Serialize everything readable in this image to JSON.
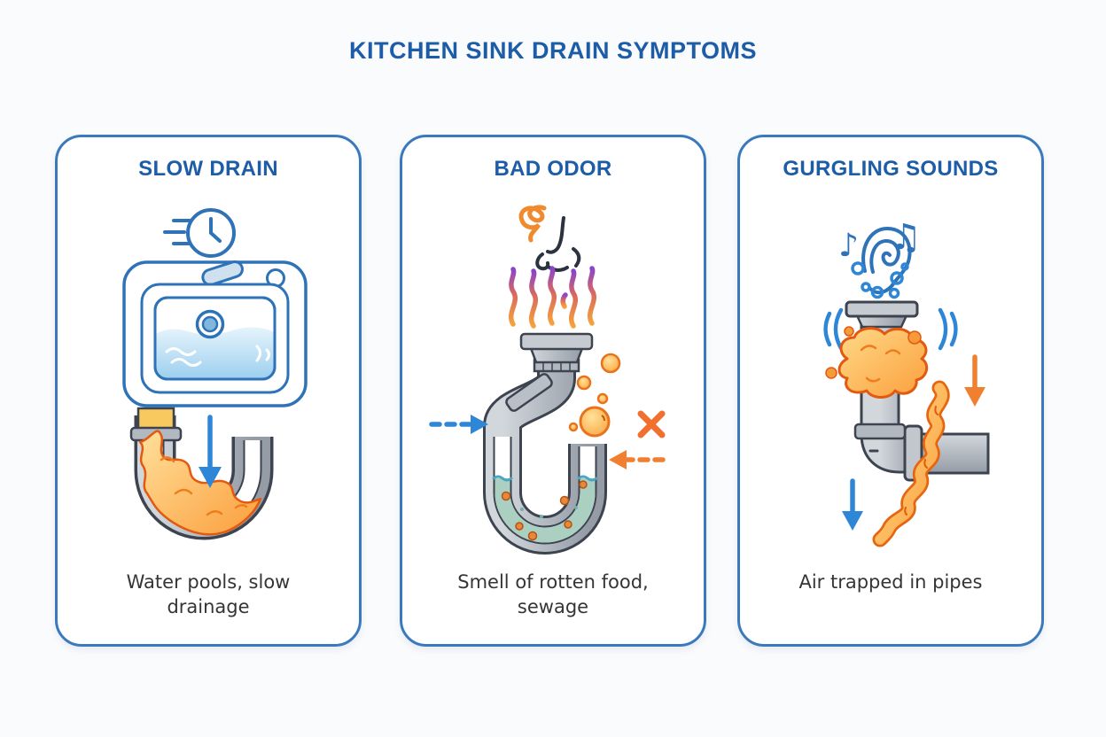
{
  "page": {
    "title": "KITCHEN SINK DRAIN SYMPTOMS",
    "background": "#fafbfd"
  },
  "colors": {
    "heading_blue": "#1d5ca6",
    "card_border_blue": "#3a7abc",
    "icon_blue": "#2e72b8",
    "arrow_blue": "#2e86d6",
    "arrow_orange": "#f08030",
    "caption_gray": "#353535",
    "pipe_gray_light": "#cdd2d8",
    "pipe_gray_dark": "#8f969f",
    "pipe_outline": "#3d4450",
    "clog_orange_light": "#ffe09b",
    "clog_orange": "#fb9e3c",
    "clog_outline": "#e2590f",
    "sink_water_blue": "#9ccfef",
    "trap_water_green": "#abd0c2",
    "waterline_teal": "#4aa7c0",
    "stink_purple": "#8b45c9",
    "stink_orange": "#f5a23c",
    "nose_dark": "#2b3240"
  },
  "cards": [
    {
      "id": "slow-drain",
      "title": "SLOW DRAIN",
      "caption": "Water pools, slow drainage",
      "icons": [
        "speed-clock-icon",
        "sink-top-view-icon",
        "down-arrow-icon",
        "clogged-u-trap-icon"
      ]
    },
    {
      "id": "bad-odor",
      "title": "BAD ODOR",
      "caption": "Smell of rotten food, sewage",
      "icons": [
        "odor-squiggle-icon",
        "nose-icon",
        "stink-waves-icon",
        "drain-pipe-icon",
        "odor-bubbles-icon",
        "airflow-in-arrow-icon",
        "blocked-x-icon",
        "backflow-arrow-icon",
        "trap-water-icon"
      ]
    },
    {
      "id": "gurgling-sounds",
      "title": "GURGLING SOUNDS",
      "caption": "Air trapped in pipes",
      "icons": [
        "music-note-icon",
        "music-notes-icon",
        "ear-icon",
        "air-bubbles-icon",
        "sound-waves-icon",
        "clog-blob-icon",
        "pipe-elbow-icon",
        "goo-squiggle-icon",
        "down-arrow-orange-icon",
        "down-arrow-blue-icon"
      ]
    }
  ]
}
